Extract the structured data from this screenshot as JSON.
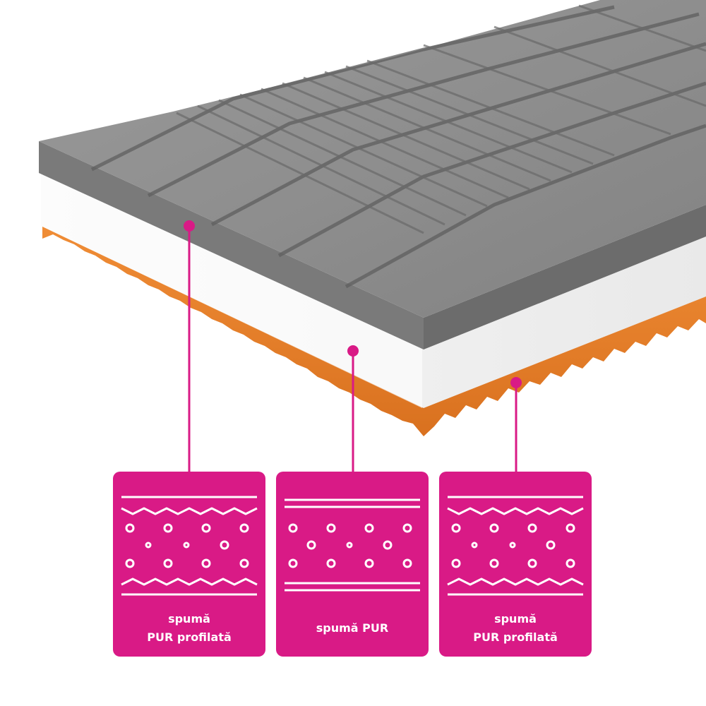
{
  "colors": {
    "accent": "#d91a86",
    "top_foam": "#8c8c8c",
    "top_foam_face": "#747474",
    "middle_foam": "#f5f5f5",
    "bottom_foam": "#e8852e"
  },
  "icons": [
    "profiled-foam-pattern-icon",
    "flat-foam-pattern-icon",
    "profiled-foam-pattern-icon"
  ],
  "layers": [
    {
      "line1": "spumă",
      "line2": "PUR profilată"
    },
    {
      "line1": "spumă PUR",
      "line2": ""
    },
    {
      "line1": "spumă",
      "line2": "PUR profilată"
    }
  ]
}
